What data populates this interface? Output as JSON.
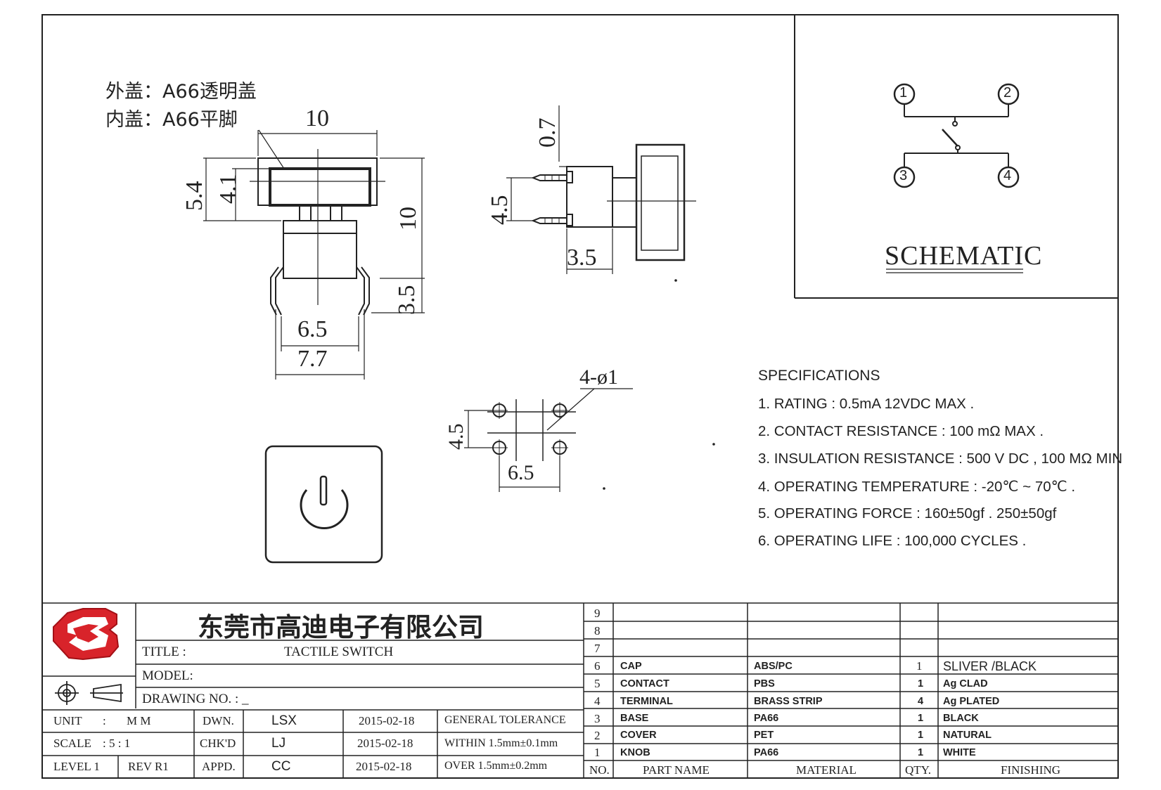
{
  "drawing": {
    "cap_outer_label": "外盖：A66透明盖",
    "cap_inner_label": "内盖：A66平脚",
    "dims_front": {
      "width_top": "10",
      "height_cap": "5.4",
      "height_inner": "4.1",
      "height_total": "10",
      "pin_len": "3.5",
      "pin_span_inner": "6.5",
      "pin_span_outer": "7.7"
    },
    "dims_side": {
      "offset": "0.7",
      "pin_pitch": "4.5",
      "body_depth": "3.5"
    },
    "dims_footprint": {
      "holes": "4-ø1",
      "pitch_v": "4.5",
      "pitch_h": "6.5"
    }
  },
  "schematic": {
    "title": "SCHEMATIC",
    "pins": [
      "1",
      "2",
      "3",
      "4"
    ]
  },
  "specifications": {
    "heading": "SPECIFICATIONS",
    "items": [
      "1. RATING : 0.5mA 12VDC MAX .",
      "2. CONTACT RESISTANCE : 100 mΩ MAX .",
      "3. INSULATION RESISTANCE : 500 V DC , 100 MΩ MIN",
      "4. OPERATING TEMPERATURE : -20℃ ~ 70℃ .",
      "5. OPERATING FORCE : 160±50gf . 250±50gf",
      "6. OPERATING LIFE : 100,000 CYCLES ."
    ]
  },
  "title_block": {
    "company": "东莞市高迪电子有限公司",
    "title_label": "TITLE :",
    "title_value": "TACTILE SWITCH",
    "model_label": "MODEL:",
    "drawing_no_label": "DRAWING NO. : _",
    "unit_label": "UNIT",
    "unit_sep": ":",
    "unit_value": "M M",
    "scale_label": "SCALE",
    "scale_value": ": 5 : 1",
    "level_label": "LEVEL 1",
    "rev_label": "REV R1",
    "dwn_label": "DWN.",
    "dwn_name": "LSX",
    "dwn_date": "2015-02-18",
    "chk_label": "CHK'D",
    "chk_name": "LJ",
    "chk_date": "2015-02-18",
    "appd_label": "APPD.",
    "appd_name": "CC",
    "appd_date": "2015-02-18",
    "tol_header": "GENERAL TOLERANCE",
    "tol_within": "WITHIN 1.5mm±0.1mm",
    "tol_over": "OVER   1.5mm±0.2mm"
  },
  "parts_table": {
    "headers": {
      "no": "NO.",
      "name": "PART NAME",
      "material": "MATERIAL",
      "qty": "QTY.",
      "finishing": "FINISHING"
    },
    "empty_rows": [
      "9",
      "8",
      "7"
    ],
    "rows": [
      {
        "no": "6",
        "name": "CAP",
        "material": "ABS/PC",
        "qty": "1",
        "finishing": "SLIVER /BLACK"
      },
      {
        "no": "5",
        "name": "CONTACT",
        "material": "PBS",
        "qty": "1",
        "finishing": "Ag CLAD"
      },
      {
        "no": "4",
        "name": "TERMINAL",
        "material": "BRASS STRIP",
        "qty": "4",
        "finishing": "Ag PLATED"
      },
      {
        "no": "3",
        "name": "BASE",
        "material": "PA66",
        "qty": "1",
        "finishing": "BLACK"
      },
      {
        "no": "2",
        "name": "COVER",
        "material": "PET",
        "qty": "1",
        "finishing": "NATURAL"
      },
      {
        "no": "1",
        "name": "KNOB",
        "material": "PA66",
        "qty": "1",
        "finishing": "WHITE"
      }
    ]
  }
}
